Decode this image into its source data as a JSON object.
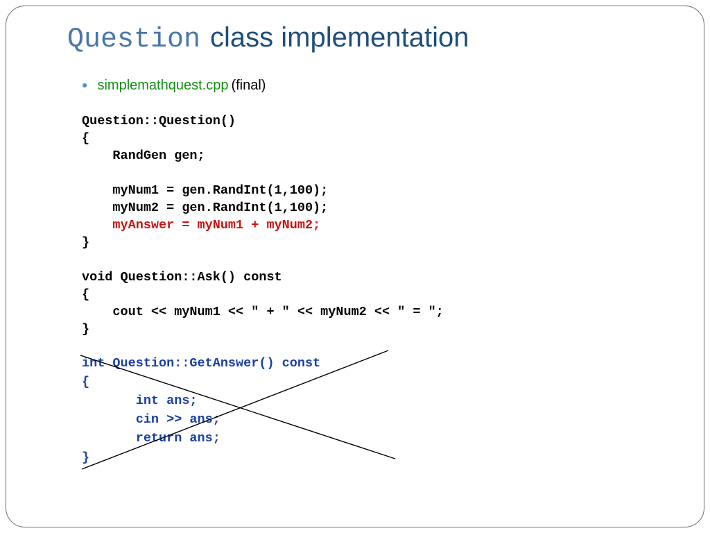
{
  "title": {
    "mono_part": "Question",
    "sans_part": "class implementation"
  },
  "bullet": {
    "file": "simplemathquest.cpp",
    "note": "(final)"
  },
  "code": {
    "line1": "Question::Question()",
    "line2": "{",
    "line3": "    RandGen gen;",
    "line4": "    myNum1 = gen.RandInt(1,100);",
    "line5": "    myNum2 = gen.RandInt(1,100);",
    "line6": "    myAnswer = myNum1 + myNum2;",
    "line7": "}",
    "line8": "void Question::Ask() const",
    "line9": "{",
    "line10": "    cout << myNum1 << \" + \" << myNum2 << \" = \";",
    "line11": "}",
    "line12": "int Question::GetAnswer() const",
    "line13": "{",
    "line14": "       int ans;",
    "line15": "       cin >> ans;",
    "line16": "       return ans;",
    "line17": "}"
  },
  "colors": {
    "title": "#1f4e79",
    "bullet_file": "#109010",
    "highlight": "#cc1111",
    "struck_code": "#1a3fa6"
  }
}
